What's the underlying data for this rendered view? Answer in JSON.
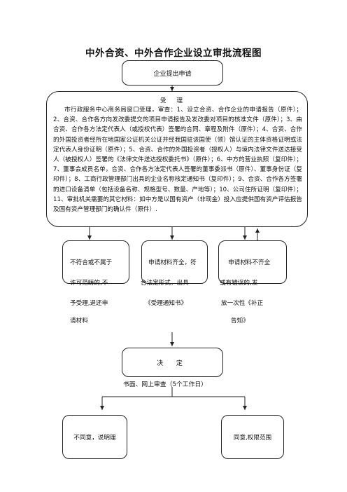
{
  "title": "中外合资、中外合作企业设立审批流程图",
  "step_apply": "企业提出申请",
  "accept": {
    "heading": "受 理",
    "body": "市行政服务中心商务局窗口受理，审查：1、设立合资、合作企业的申请报告（原件）；2、合资、合作各方向发改委提交的项目申请报告及发改委对项目的核准文件（原件）；3、由合资、合作各方法定代表人（或授权代表）签署的合同、章程及附件（原件）；4、合资、合作的外国投资者经所在地国家公证机关公证并经我国驻该国使（领）馆认证的主体资格证明或法定代表人身份证明（原件）；5、合资、合作的外国投资者（授权人）与境内法律文件送达接受人（被授权人）签署的《法律文件送达授权委托书》（原件）；6、中方的营业执照（复印件）；7、董事会成员名单，合资、合作各方法定代表人签署的董事委派书（原件）、董事身份证（复印件）；8、工商行政管理部门出具的企业名称核定通知书（复印件）；9、合资、合作各方签署的进口设备清单（包括设备名称、规格型号、数量、产地等）；10、公司住所证明（复印件）；11、审批机关需要的其它材料：如中方是以国有资产（非现金）投入应提供国有资产评估报告及国有资产管理部门的确认件（原件）."
  },
  "branches": {
    "reject": [
      "不符合或不属于",
      "许可范畴的,不",
      "予受理,退还申",
      "请材料"
    ],
    "complete": [
      "申请材料齐全，符",
      "合法定形式，出具",
      "《受理通知书》"
    ],
    "incomplete": [
      "申请材料不齐全",
      "或有错误的,发",
      "放一次性《补正",
      "告知》"
    ]
  },
  "decision": {
    "label": "决 定",
    "note": "书面、网上审查（5个工作日）"
  },
  "outcomes": {
    "deny": "不同意，说明理",
    "approve": "同意,权限范围"
  }
}
